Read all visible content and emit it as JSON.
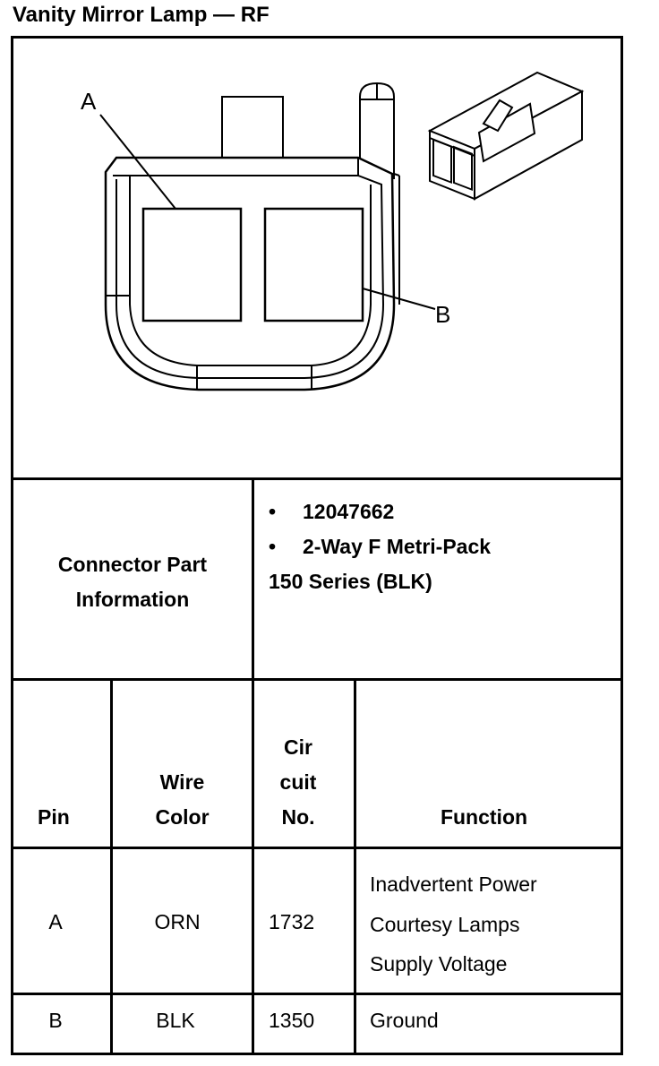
{
  "title": "Vanity Mirror Lamp — RF",
  "diagram": {
    "callout_a": "A",
    "callout_b": "B",
    "front_view_icon": "connector-face-icon",
    "side_view_icon": "connector-isometric-icon"
  },
  "connector_info": {
    "label_line1": "Connector Part",
    "label_line2": "Information",
    "bullets": [
      {
        "dot": "•",
        "text": "12047662"
      },
      {
        "dot": "•",
        "text": "2-Way F Metri-Pack"
      }
    ],
    "continuation": "150 Series (BLK)"
  },
  "table": {
    "headers": {
      "pin": "Pin",
      "wire_color": [
        "Wire",
        "Color"
      ],
      "circuit": [
        "Cir",
        "cuit",
        "No."
      ],
      "function": "Function"
    },
    "rows": [
      {
        "pin": "A",
        "wire_color": "ORN",
        "circuit": "1732",
        "function": [
          "Inadvertent Power",
          "Courtesy Lamps",
          "Supply Voltage"
        ]
      },
      {
        "pin": "B",
        "wire_color": "BLK",
        "circuit": "1350",
        "function": [
          "Ground"
        ]
      }
    ]
  }
}
